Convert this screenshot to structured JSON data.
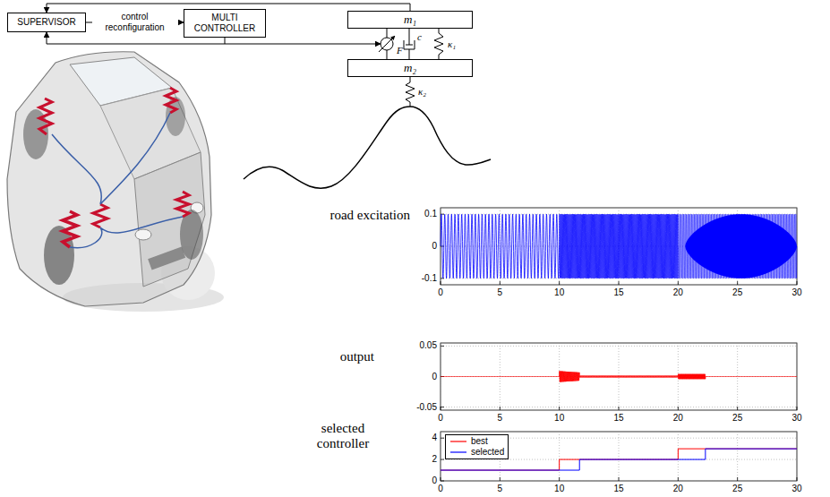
{
  "diagram": {
    "nodes": [
      {
        "text": [
          "SUPERVISOR"
        ]
      },
      {
        "text": [
          "MULTI CONTROLLER"
        ]
      },
      {
        "text": [
          "m₁"
        ]
      },
      {
        "text": [
          "m₂"
        ]
      }
    ],
    "edges": [
      {
        "from": 0,
        "to": 1,
        "label": "control reconfiguration",
        "arrow": "to"
      },
      {
        "from": 2,
        "to": 0,
        "arrow": "to"
      },
      {
        "from": 2,
        "to": 3,
        "label": "F",
        "arrow": "none"
      },
      {
        "from": 2,
        "to": 3,
        "label": "c",
        "arrow": "none"
      },
      {
        "from": 2,
        "to": 3,
        "label": "κ₁",
        "arrow": "none"
      }
    ],
    "labels": [
      "road excitation",
      "0.1",
      "0",
      "-0.1",
      "0",
      "5",
      "10",
      "15",
      "20",
      "25",
      "30",
      "output",
      "0.05",
      "0",
      "-0.05",
      "0",
      "5",
      "10",
      "15",
      "20",
      "25",
      "30",
      "selected controller",
      "4",
      "2",
      "0",
      "0",
      "5",
      "10",
      "15",
      "20",
      "25",
      "30",
      "κ₂"
    ],
    "legend": [
      {
        "text": "best"
      },
      {
        "text": "selected"
      }
    ]
  }
}
